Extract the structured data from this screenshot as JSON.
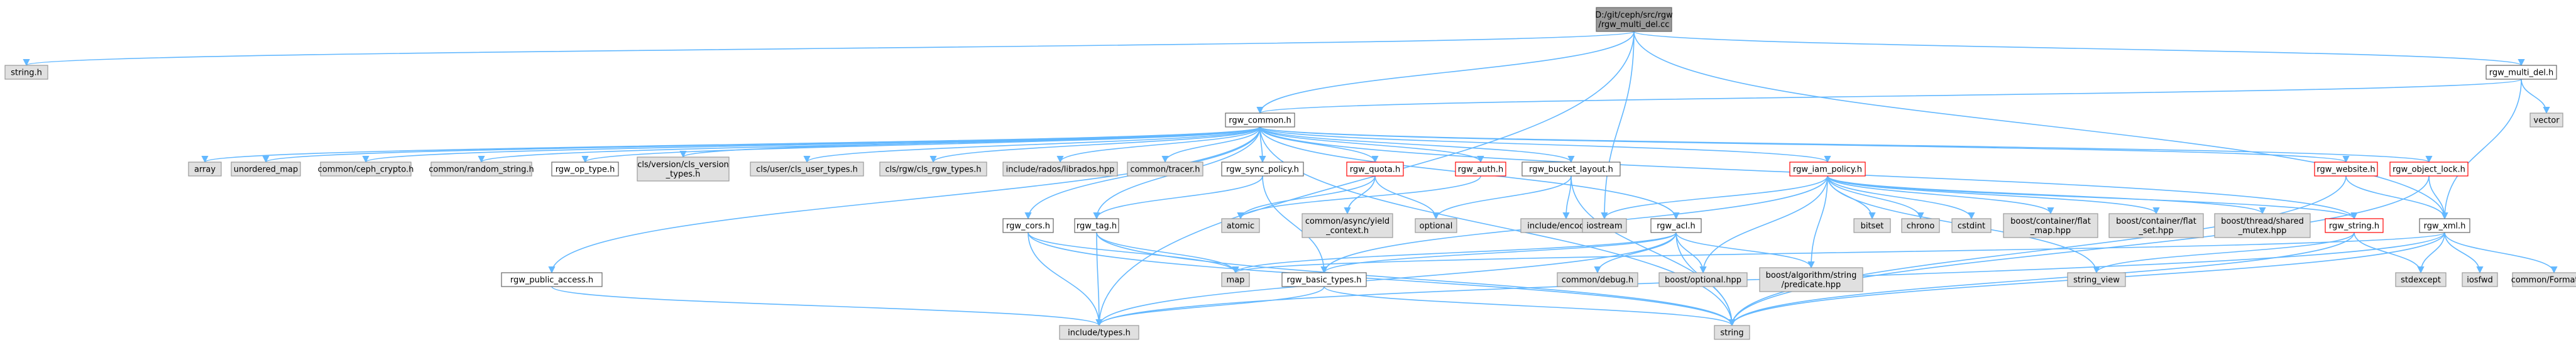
{
  "colors": {
    "edge_blue": "#63b8ff",
    "edge_blue_arrow": "#63b8ff",
    "edge_dark": "#404040",
    "node_root_fill": "#999999",
    "node_root_border": "#666666",
    "node_plain_fill": "#ffffff",
    "node_plain_border": "#666666",
    "node_red_border": "#ff0000",
    "node_gray_fill": "#e0e0e0",
    "node_gray_border": "#999999"
  },
  "nodes": {
    "root": [
      "D:/git/ceph/src/rgw",
      "/rgw_multi_del.cc"
    ],
    "string_h": [
      "string.h"
    ],
    "rgw_multi_del_h": [
      "rgw_multi_del.h"
    ],
    "vector": [
      "vector"
    ],
    "rgw_common_h": [
      "rgw_common.h"
    ],
    "array": [
      "array"
    ],
    "unordered_map": [
      "unordered_map"
    ],
    "ceph_crypto": [
      "common/ceph_crypto.h"
    ],
    "random_string": [
      "common/random_string.h"
    ],
    "rgw_op_type": [
      "rgw_op_type.h"
    ],
    "cls_version": [
      "cls/version/cls_version",
      "_types.h"
    ],
    "cls_user": [
      "cls/user/cls_user_types.h"
    ],
    "cls_rgw": [
      "cls/rgw/cls_rgw_types.h"
    ],
    "librados": [
      "include/rados/librados.hpp"
    ],
    "tracer": [
      "common/tracer.h"
    ],
    "rgw_sync_policy": [
      "rgw_sync_policy.h"
    ],
    "rgw_quota": [
      "rgw_quota.h"
    ],
    "rgw_auth": [
      "rgw_auth.h"
    ],
    "rgw_bucket_layout": [
      "rgw_bucket_layout.h"
    ],
    "rgw_iam_policy": [
      "rgw_iam_policy.h"
    ],
    "rgw_website": [
      "rgw_website.h"
    ],
    "rgw_object_lock": [
      "rgw_object_lock.h"
    ],
    "rgw_cors": [
      "rgw_cors.h"
    ],
    "rgw_tag": [
      "rgw_tag.h"
    ],
    "atomic": [
      "atomic"
    ],
    "async_yield": [
      "common/async/yield",
      "_context.h"
    ],
    "optional": [
      "optional"
    ],
    "encoding": [
      "include/encoding.h"
    ],
    "iostream": [
      "iostream"
    ],
    "rgw_acl": [
      "rgw_acl.h"
    ],
    "bitset": [
      "bitset"
    ],
    "chrono": [
      "chrono"
    ],
    "cstdint": [
      "cstdint"
    ],
    "flat_map": [
      "boost/container/flat",
      "_map.hpp"
    ],
    "flat_set": [
      "boost/container/flat",
      "_set.hpp"
    ],
    "shared_mutex": [
      "boost/thread/shared",
      "_mutex.hpp"
    ],
    "rgw_string": [
      "rgw_string.h"
    ],
    "rgw_xml": [
      "rgw_xml.h"
    ],
    "rgw_public_access": [
      "rgw_public_access.h"
    ],
    "map": [
      "map"
    ],
    "rgw_basic_types": [
      "rgw_basic_types.h"
    ],
    "common_debug": [
      "common/debug.h"
    ],
    "boost_optional": [
      "boost/optional.hpp"
    ],
    "boost_predicate": [
      "boost/algorithm/string",
      "/predicate.hpp"
    ],
    "string_view": [
      "string_view"
    ],
    "stdexcept": [
      "stdexcept"
    ],
    "iosfwd": [
      "iosfwd"
    ],
    "formatter": [
      "common/Formatter.h"
    ],
    "include_types": [
      "include/types.h"
    ],
    "string": [
      "string"
    ]
  }
}
